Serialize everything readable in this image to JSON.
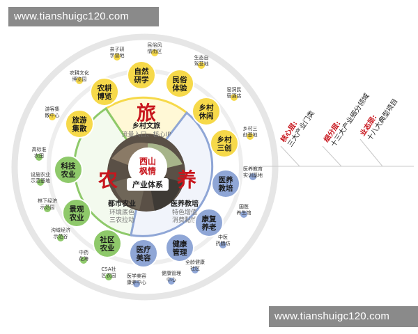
{
  "watermarks": {
    "top": "www.tianshuigc120.com",
    "bottom": "www.tianshuigc120.com"
  },
  "center": {
    "title": "产业体系",
    "logo_text": "西山枫情"
  },
  "sectors": [
    {
      "key": "tourism",
      "big_char": "旅",
      "title": "乡村文旅",
      "sub": [
        "流量入口、核心IP"
      ],
      "color": "#f6d94a"
    },
    {
      "key": "agri",
      "big_char": "农",
      "title": "都市农业",
      "sub": [
        "环境底色",
        "三农拉动"
      ],
      "color": "#8ec96a"
    },
    {
      "key": "health",
      "big_char": "养",
      "title": "医养教培",
      "sub": [
        "特色增值",
        "消费黏性"
      ],
      "color": "#8fa6d6"
    }
  ],
  "main_nodes": [
    {
      "label": [
        "自然",
        "研学"
      ],
      "color": "#f6d94a"
    },
    {
      "label": [
        "民俗",
        "体验"
      ],
      "color": "#f6d94a"
    },
    {
      "label": [
        "乡村",
        "休闲"
      ],
      "color": "#f6d94a"
    },
    {
      "label": [
        "乡村",
        "三创"
      ],
      "color": "#f6d94a"
    },
    {
      "label": [
        "医养",
        "教培"
      ],
      "color": "#8fa6d6"
    },
    {
      "label": [
        "康复",
        "养老"
      ],
      "color": "#8fa6d6"
    },
    {
      "label": [
        "健康",
        "管理"
      ],
      "color": "#8fa6d6"
    },
    {
      "label": [
        "医疗",
        "美容"
      ],
      "color": "#8fa6d6"
    },
    {
      "label": [
        "社区",
        "农业"
      ],
      "color": "#8ec96a"
    },
    {
      "label": [
        "景观",
        "农业"
      ],
      "color": "#8ec96a"
    },
    {
      "label": [
        "科技",
        "农业"
      ],
      "color": "#8ec96a"
    },
    {
      "label": [
        "旅游",
        "集散"
      ],
      "color": "#f6d94a"
    },
    {
      "label": [
        "农耕",
        "博览"
      ],
      "color": "#f6d94a"
    }
  ],
  "small_nodes": [
    {
      "label": [
        "亲子研",
        "学营地"
      ],
      "color": "#f6d94a"
    },
    {
      "label": [
        "民俗风",
        "情街区"
      ],
      "color": "#f6d94a"
    },
    {
      "label": [
        "生态自",
        "驾营地"
      ],
      "color": "#f6d94a"
    },
    {
      "label": [
        "窑洞民",
        "宿酒店"
      ],
      "color": "#f6d94a"
    },
    {
      "label": [
        "乡村三",
        "创基地"
      ],
      "color": "#f6d94a"
    },
    {
      "label": [
        "医养教育",
        "实训基地"
      ],
      "color": "#8fa6d6"
    },
    {
      "label": [
        "国医",
        "养生馆"
      ],
      "color": "#8fa6d6"
    },
    {
      "label": [
        "中医",
        "药膳坊"
      ],
      "color": "#8fa6d6"
    },
    {
      "label": [
        "全龄健康",
        "社区"
      ],
      "color": "#8fa6d6"
    },
    {
      "label": [
        "健康管理",
        "中心"
      ],
      "color": "#8fa6d6"
    },
    {
      "label": [
        "医学美容",
        "康养中心"
      ],
      "color": "#8fa6d6"
    },
    {
      "label": [
        "CSA社",
        "区农园"
      ],
      "color": "#8ec96a"
    },
    {
      "label": [
        "中药",
        "花海"
      ],
      "color": "#8ec96a"
    },
    {
      "label": [
        "沟域经济",
        "示范谷"
      ],
      "color": "#8ec96a"
    },
    {
      "label": [
        "林下经济",
        "示范园"
      ],
      "color": "#8ec96a"
    },
    {
      "label": [
        "设施农业",
        "示范基地"
      ],
      "color": "#8ec96a"
    },
    {
      "label": [
        "高标准",
        "农田"
      ],
      "color": "#8ec96a"
    },
    {
      "label": [
        "游客集",
        "散中心"
      ],
      "color": "#f6d94a"
    },
    {
      "label": [
        "农耕文化",
        "博览园"
      ],
      "color": "#f6d94a"
    }
  ],
  "legend": [
    {
      "head": "核心层:",
      "body": "三大产业门类"
    },
    {
      "head": "细分层:",
      "body": "十三大产业细分领域"
    },
    {
      "head": "业态层:",
      "body": "十八大典型项目"
    }
  ],
  "colors": {
    "accent_red": "#c8161d",
    "tourism": "#f6d94a",
    "agri": "#8ec96a",
    "health": "#8fa6d6",
    "ring": "#e6e6e6"
  }
}
